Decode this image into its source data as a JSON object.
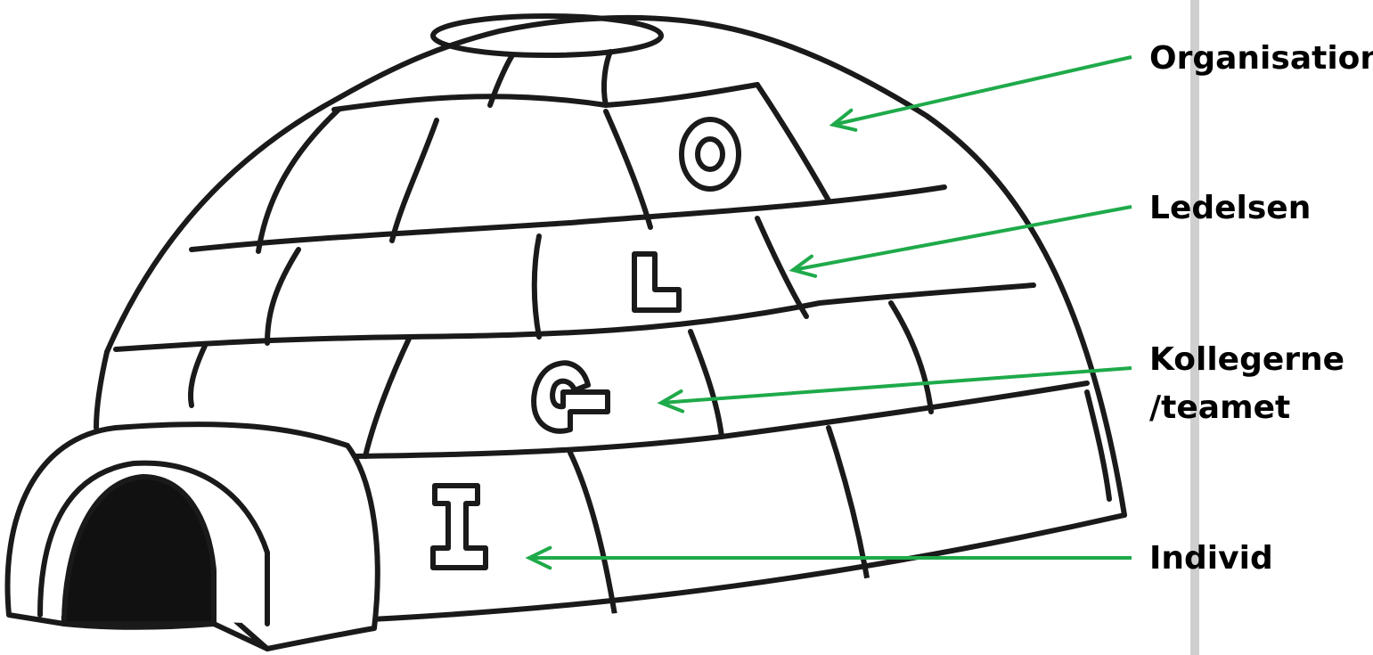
{
  "diagram": {
    "levels": [
      {
        "key": "organisation",
        "letter": "O",
        "label_line1": "Organisation",
        "label_line2": ""
      },
      {
        "key": "ledelsen",
        "letter": "L",
        "label_line1": "Ledelsen",
        "label_line2": ""
      },
      {
        "key": "kollegerne",
        "letter": "G",
        "label_line1": "Kollegerne",
        "label_line2": "/teamet"
      },
      {
        "key": "individ",
        "letter": "I",
        "label_line1": "Individ",
        "label_line2": ""
      }
    ],
    "arrow_color": "#1faa4a",
    "line_color": "#1a1a1a",
    "door_color": "#111111"
  }
}
